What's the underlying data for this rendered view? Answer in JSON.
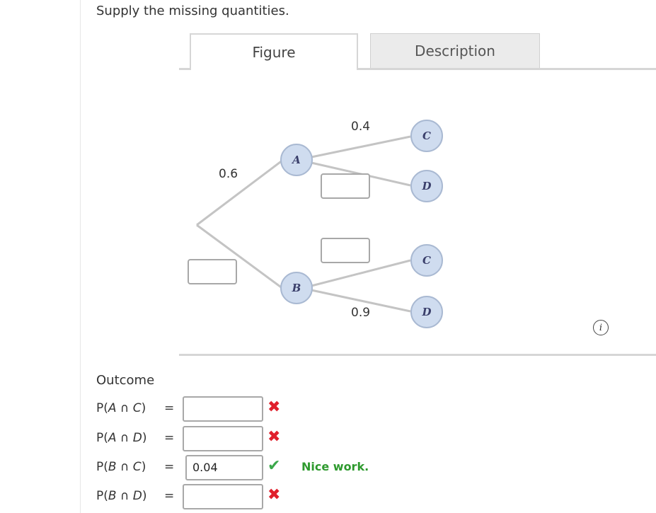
{
  "prompt": "Supply the missing quantities.",
  "tabs": {
    "figure": "Figure",
    "description": "Description"
  },
  "tree": {
    "nodes": {
      "A": "A",
      "B": "B",
      "A_C": "C",
      "A_D": "D",
      "B_C": "C",
      "B_D": "D"
    },
    "probabilities": {
      "root_A": "0.6",
      "A_C": "0.4",
      "B_D": "0.9"
    }
  },
  "outcome": {
    "header": "Outcome",
    "rows": [
      {
        "prefix": "P(",
        "event": "A ∩ C",
        "suffix": ")",
        "equals": "=",
        "value": "",
        "mark": "✖"
      },
      {
        "prefix": "P(",
        "event": "A ∩ D",
        "suffix": ")",
        "equals": "=",
        "value": "",
        "mark": "✖"
      },
      {
        "prefix": "P(",
        "event": "B ∩ C",
        "suffix": ")",
        "equals": "=",
        "value": "0.04",
        "mark": "✔",
        "feedback": "Nice work."
      },
      {
        "prefix": "P(",
        "event": "B ∩ D",
        "suffix": ")",
        "equals": "=",
        "value": "",
        "mark": "✖"
      }
    ]
  },
  "info_icon": "i"
}
